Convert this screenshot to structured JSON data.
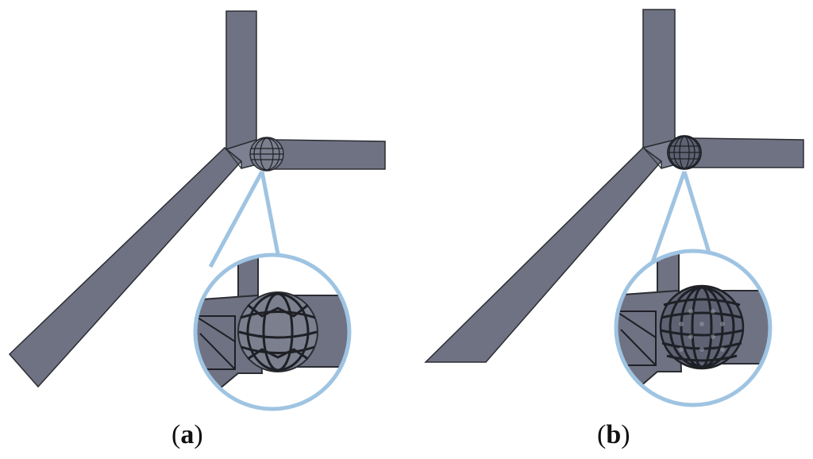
{
  "panels": [
    {
      "id": "a",
      "label": "a",
      "lattice": "sparse"
    },
    {
      "id": "b",
      "label": "b",
      "lattice": "dense"
    }
  ],
  "colors": {
    "rod_fill": "#6f7282",
    "rod_edge": "#2b2d33",
    "rod_fill_light": "#7d8091",
    "callout_stroke": "#9fc4e2",
    "lattice_stroke": "#1e2026",
    "background": "#ffffff"
  }
}
